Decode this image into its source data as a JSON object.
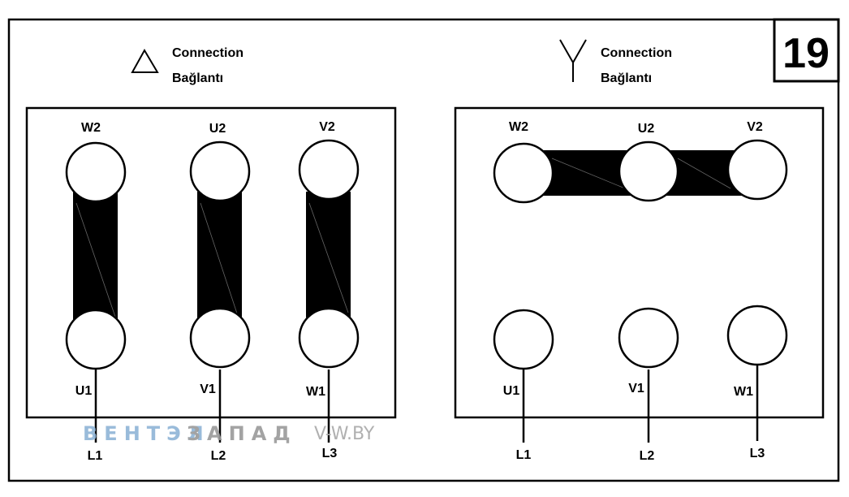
{
  "figure_number": "19",
  "delta": {
    "title_en": "Connection",
    "title_tr": "Bağlantı",
    "top_terminals": [
      "W2",
      "U2",
      "V2"
    ],
    "bottom_terminals": [
      "U1",
      "V1",
      "W1"
    ],
    "lines": [
      "L1",
      "L2",
      "L3"
    ]
  },
  "star": {
    "title_en": "Connection",
    "title_tr": "Bağlantı",
    "top_terminals": [
      "W2",
      "U2",
      "V2"
    ],
    "bottom_terminals": [
      "U1",
      "V1",
      "W1"
    ],
    "lines": [
      "L1",
      "L2",
      "L3"
    ]
  },
  "watermark": {
    "part1": "ВЕНТЭЛ",
    "part2": "ЗАПАД",
    "url": "V-W.BY"
  }
}
